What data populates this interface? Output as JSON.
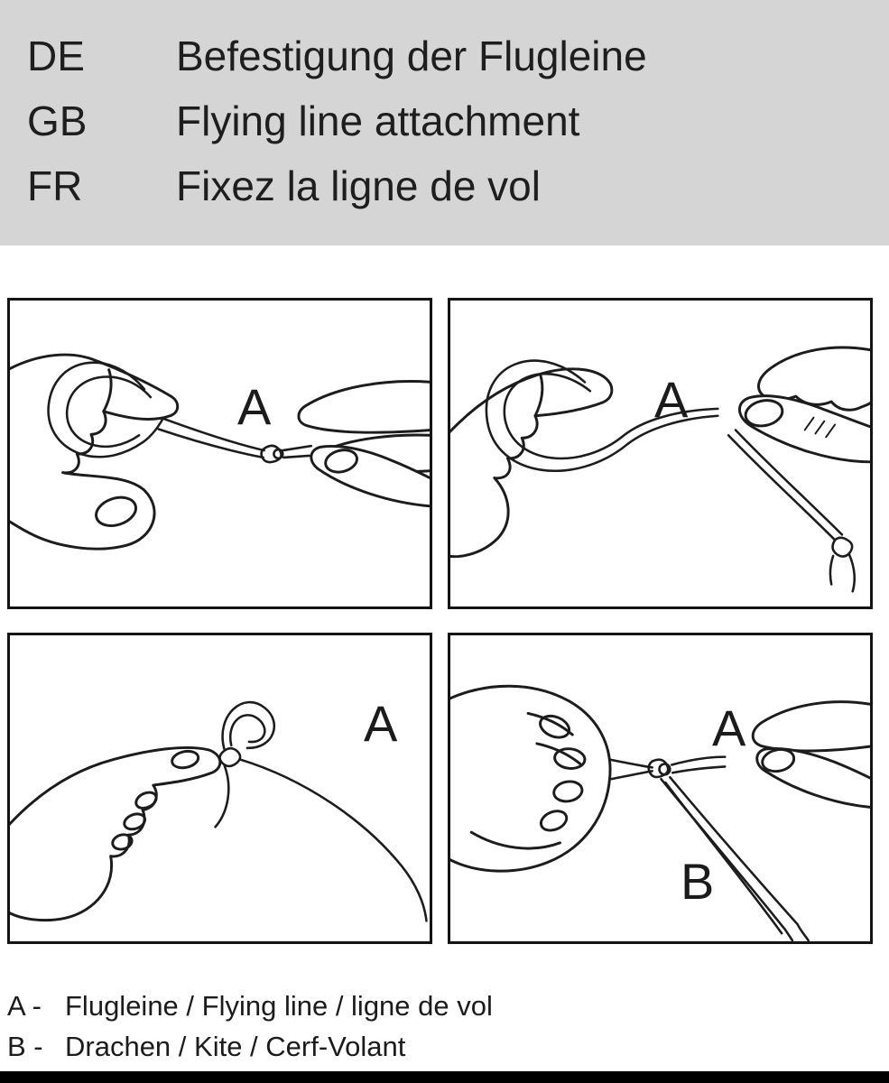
{
  "header": {
    "rows": [
      {
        "lang": "DE",
        "text": "Befestigung der Flugleine"
      },
      {
        "lang": "GB",
        "text": "Flying line attachment"
      },
      {
        "lang": "FR",
        "text": "Fixez la ligne de vol"
      }
    ]
  },
  "panels": [
    {
      "name": "step-1-loop-around-finger",
      "label_a": "A"
    },
    {
      "name": "step-2-pull-knot-tight",
      "label_a": "A"
    },
    {
      "name": "step-3-finished-loop-knot",
      "label_a": "A"
    },
    {
      "name": "step-4-larks-head-to-kite",
      "label_a": "A",
      "label_b": "B"
    }
  ],
  "legend": [
    {
      "key": "A -",
      "text": "Flugleine / Flying line /  ligne de vol"
    },
    {
      "key": "B -",
      "text": "Drachen / Kite / Cerf-Volant"
    }
  ],
  "colors": {
    "header_background": "#d5d5d5",
    "ink": "#1c1c1c",
    "footer_bar": "#000000"
  }
}
